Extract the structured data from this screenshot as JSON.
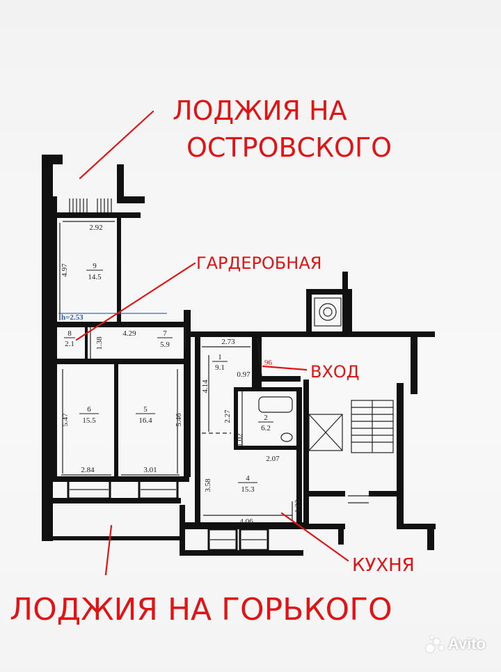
{
  "annotations": {
    "loggia_top_line1": "ЛОДЖИЯ НА",
    "loggia_top_line2": "ОСТРОВСКОГО",
    "wardrobe": "ГАРДЕРОБНАЯ",
    "entrance": "ВХОД",
    "kitchen": "КУХНЯ",
    "loggia_bottom": "ЛОДЖИЯ НА ГОРЬКОГО"
  },
  "ceiling_height": "h=2.53",
  "rooms": [
    {
      "num": "9",
      "area": "14.5"
    },
    {
      "num": "8",
      "area": "2.1"
    },
    {
      "num": "7",
      "area": "5.9"
    },
    {
      "num": "6",
      "area": "15.5"
    },
    {
      "num": "5",
      "area": "16.4"
    },
    {
      "num": "1",
      "area": "9.1"
    },
    {
      "num": "2",
      "area": "6.2"
    },
    {
      "num": "4",
      "area": "15.3"
    }
  ],
  "dimensions": {
    "d292": "2.92",
    "d497": "4.97",
    "d138": "1.38",
    "d429": "4.29",
    "d547": "5.47",
    "d546": "5.46",
    "d284": "2.84",
    "d301": "3.01",
    "d273": "2.73",
    "d097": "0.97",
    "d414": "4.14",
    "d227": "2.27",
    "d102": "1.02",
    "d207": "2.07",
    "d358": "3.58",
    "d406": "4.06",
    "d122": "1.22",
    "d96": "96"
  },
  "watermark": "Avito",
  "colors": {
    "annotation": "#e01414",
    "wall": "#111111",
    "dimension_blue": "#2a5aa8"
  }
}
